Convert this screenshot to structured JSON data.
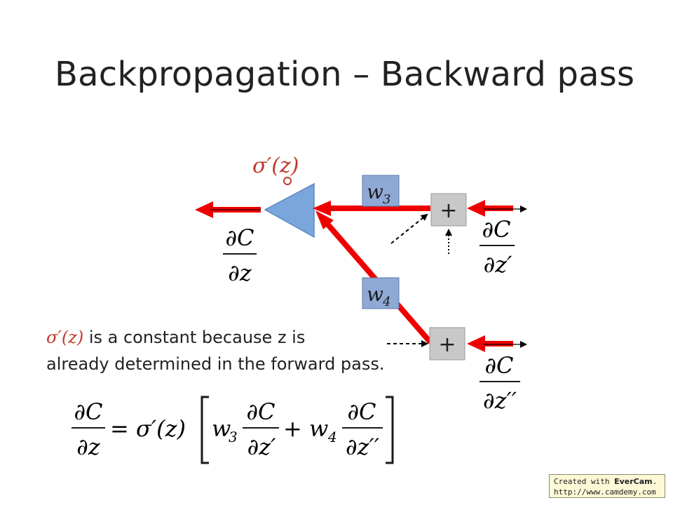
{
  "slide": {
    "title": "Backpropagation – Backward pass",
    "note": {
      "sigma": "σ′(z)",
      "line1_rest": " is a constant because z is",
      "line2": "already determined in the forward pass."
    }
  },
  "diagram": {
    "sigma_label": "σ′(z)",
    "dC_num": "∂C",
    "dC_dz_den": "∂z",
    "dC_dz1_den": "∂z′",
    "dC_dz2_den": "∂z′′",
    "w3": "w",
    "w3_sub": "3",
    "w4": "w",
    "w4_sub": "4",
    "plus": "+"
  },
  "equation": {
    "lhs_num": "∂C",
    "lhs_den": "∂z",
    "eq_sigma": "= σ′(z)",
    "w3": "w",
    "w3_sub": "3",
    "t1_num": "∂C",
    "t1_den": "∂z′",
    "plus": "+ w",
    "w4_sub": "4",
    "t2_num": "∂C",
    "t2_den": "∂z′′"
  },
  "watermark": {
    "prefix": "Created with ",
    "brand": "EverCam",
    "suffix": ".",
    "url": "http://www.camdemy.com"
  },
  "colors": {
    "arrow": "#ee0000",
    "neuron": "#7aa6dc",
    "weight_box": "#8fa9d6",
    "sum_box": "#c8c8c8",
    "sigma": "#c0392b"
  }
}
